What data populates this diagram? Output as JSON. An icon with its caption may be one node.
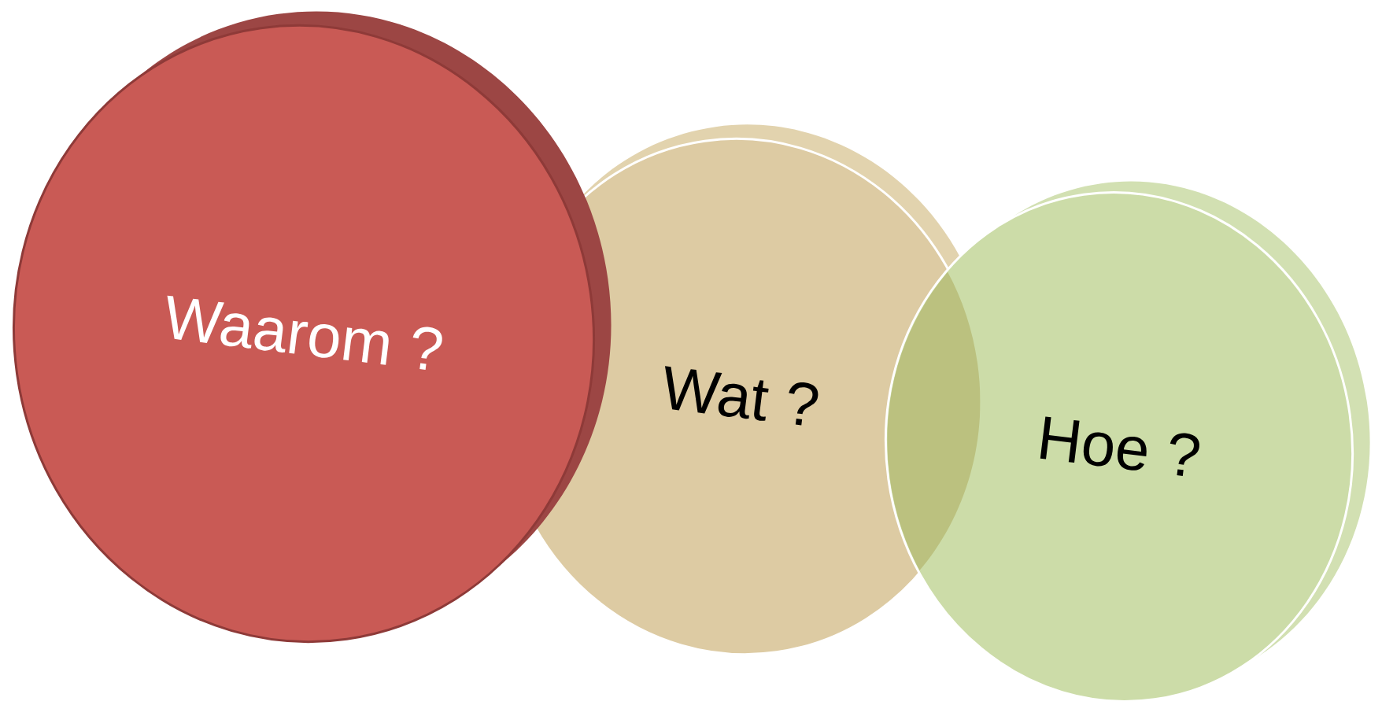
{
  "diagram": {
    "nodes": [
      {
        "text": [
          "Waarom ?"
        ]
      },
      {
        "text": [
          "Wat ?"
        ]
      },
      {
        "text": [
          "Hoe ?"
        ]
      }
    ]
  }
}
